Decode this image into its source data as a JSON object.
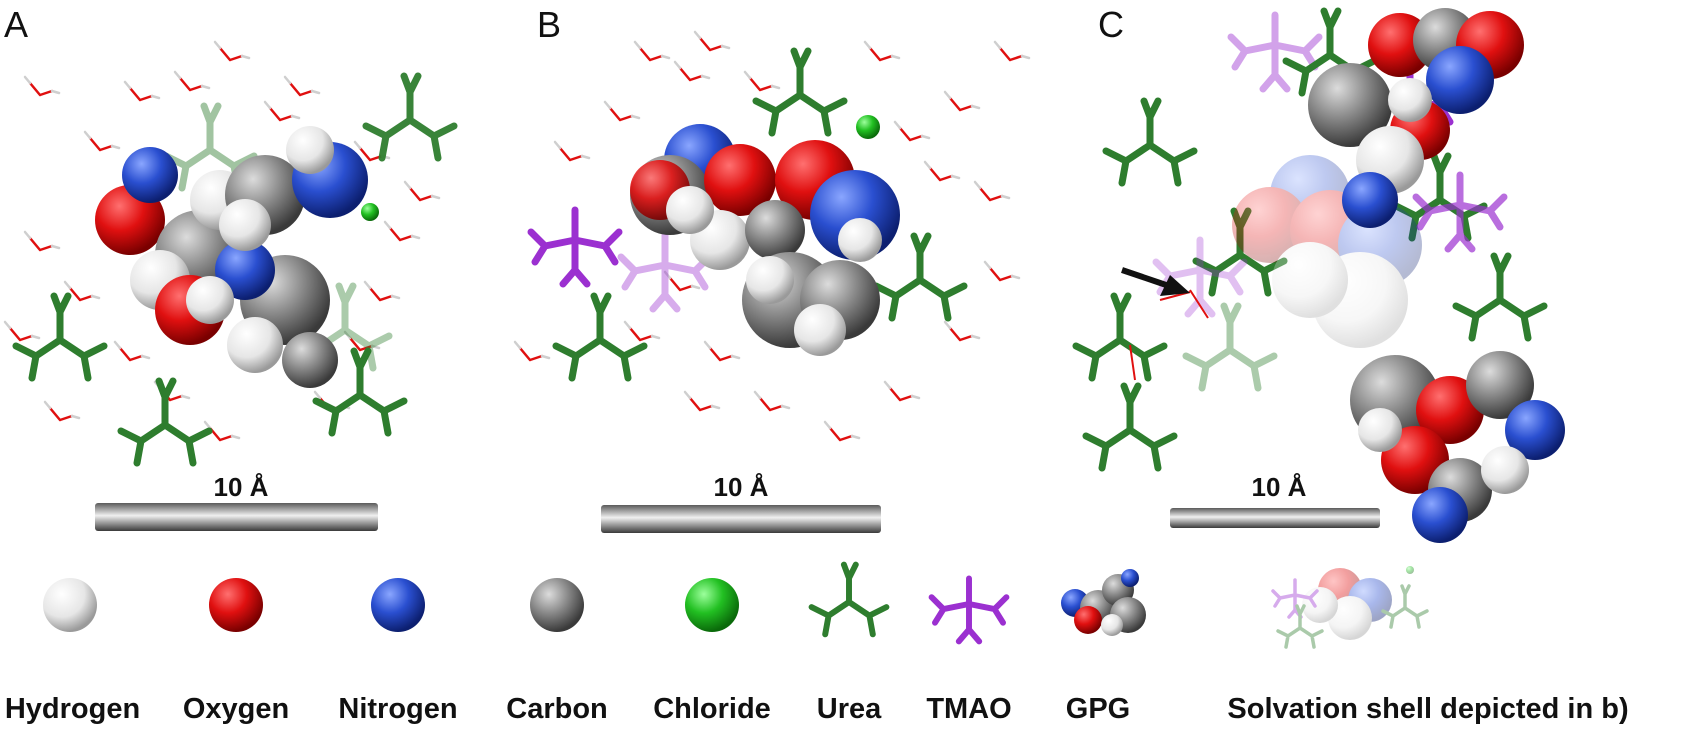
{
  "panels": [
    {
      "letter": "A",
      "scale_label": "10 Å"
    },
    {
      "letter": "B",
      "scale_label": "10 Å"
    },
    {
      "letter": "C",
      "scale_label": "10 Å"
    }
  ],
  "legend": [
    {
      "label": "Hydrogen",
      "color": "#e8e8e8"
    },
    {
      "label": "Oxygen",
      "color": "#e01010"
    },
    {
      "label": "Nitrogen",
      "color": "#2a4fd0"
    },
    {
      "label": "Carbon",
      "color": "#8a8a8a"
    },
    {
      "label": "Chloride",
      "color": "#22c022"
    },
    {
      "label": "Urea",
      "color": "#2e7d2e"
    },
    {
      "label": "TMAO",
      "color": "#9b30d0"
    },
    {
      "label": "GPG",
      "color": "#8a8a8a"
    },
    {
      "label": "Solvation shell depicted in b)",
      "color": "#cfcfcf"
    }
  ]
}
